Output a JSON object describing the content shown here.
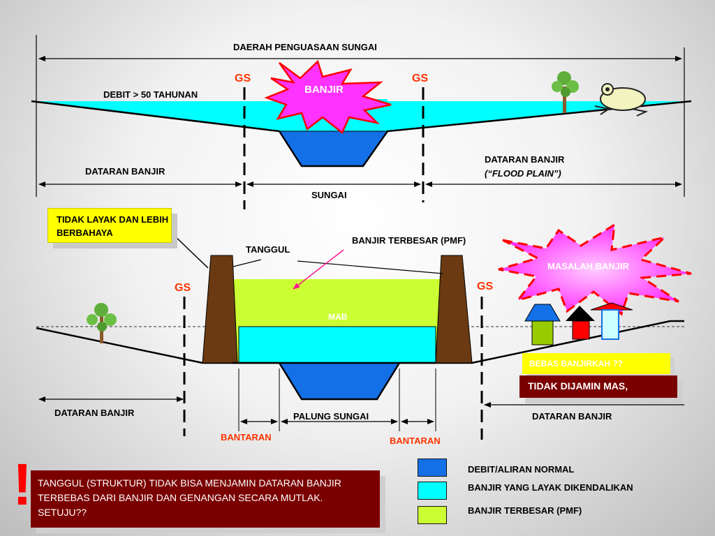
{
  "top": {
    "title": "DAERAH PENGUASAAN SUNGAI",
    "gs_left": "GS",
    "gs_right": "GS",
    "banjir_burst": "BANJIR",
    "debit_label": "DEBIT > 50 TAHUNAN",
    "floodplain_left": "DATARAN BANJIR",
    "floodplain_right_1": "DATARAN BANJIR",
    "floodplain_right_2": "(“FLOOD PLAIN”)",
    "sungai": "SUNGAI"
  },
  "bottom": {
    "warning_box": "TIDAK LAYAK DAN LEBIH BERBAHAYA",
    "tanggul": "TANGGUL",
    "pmf_label": "BANJIR TERBESAR (PMF)",
    "burst_label": "MASALAH BANJIR",
    "gs_left": "GS",
    "gs_right": "GS",
    "mab": "MAB",
    "bebas_box": "BEBAS BANJIRKAH ??",
    "tidak_box": "TIDAK DIJAMIN MAS,",
    "floodplain_left": "DATARAN BANJIR",
    "floodplain_right": "DATARAN BANJIR",
    "palung": "PALUNG SUNGAI",
    "bantaran_left": "BANTARAN",
    "bantaran_right": "BANTARAN"
  },
  "note": {
    "exclaim": "!",
    "text": "TANGGUL (STRUKTUR) TIDAK BISA MENJAMIN DATARAN BANJIR TERBEBAS DARI BANJIR DAN GENANGAN SECARA MUTLAK. SETUJU??"
  },
  "legend": {
    "items": [
      {
        "label": "DEBIT/ALIRAN NORMAL",
        "color": "#1470e6"
      },
      {
        "label": "BANJIR YANG LAYAK DIKENDALIKAN",
        "color": "#00ffff"
      },
      {
        "label": "BANJIR TERBESAR (PMF)",
        "color": "#ccff33"
      }
    ]
  },
  "colors": {
    "normal_flow": "#1470e6",
    "controlled_flood": "#00ffff",
    "pmf": "#ccff33",
    "levee": "#6b3a12",
    "accent_red": "#ff3300",
    "burst_pink": "#ff33ff"
  }
}
